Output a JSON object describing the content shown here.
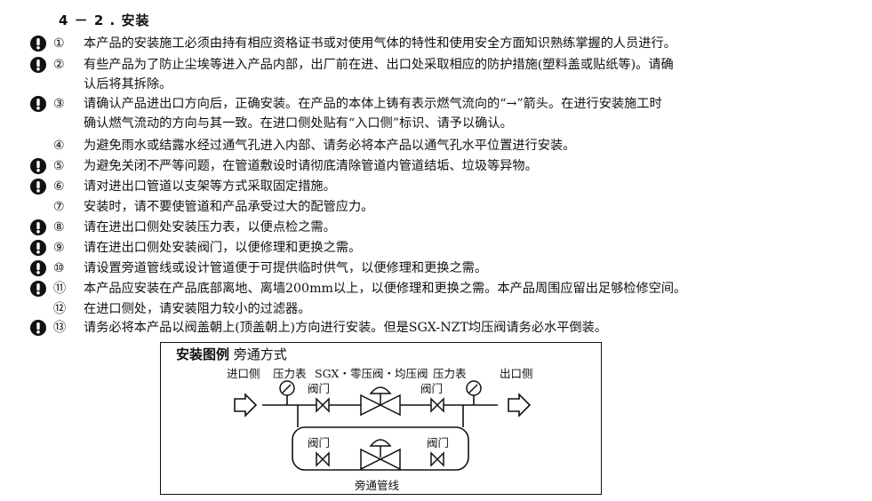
{
  "heading": "4 － 2 . 安装",
  "items": [
    {
      "num": "①",
      "warn": true,
      "line1": "本产品的安装施工必须由持有相应资格证书或对使用气体的特性和使用安全方面知识熟练掌握的人员进行。",
      "line2": ""
    },
    {
      "num": "②",
      "warn": true,
      "line1": "有些产品为了防止尘埃等进入产品内部，出厂前在进、出口处采取相应的防护措施(塑料盖或贴纸等)。请确",
      "line2": "认后将其拆除。"
    },
    {
      "num": "③",
      "warn": true,
      "line1": "请确认产品进出口方向后，正确安装。在产品的本体上铸有表示燃气流向的“→”箭头。在进行安装施工时",
      "line2": "确认燃气流动的方向与其一致。在进口侧处贴有“入口侧”标识、请予以确认。"
    },
    {
      "num": "④",
      "warn": false,
      "line1": "为避免雨水或结露水经过通气孔进入内部、请务必将本产品以通气孔水平位置进行安装。",
      "line2": ""
    },
    {
      "num": "⑤",
      "warn": true,
      "line1": "为避免关闭不严等问题，在管道敷设时请彻底清除管道内管道结垢、垃圾等异物。",
      "line2": ""
    },
    {
      "num": "⑥",
      "warn": true,
      "line1": "请对进出口管道以支架等方式采取固定措施。",
      "line2": ""
    },
    {
      "num": "⑦",
      "warn": false,
      "line1": "安装时，请不要使管道和产品承受过大的配管应力。",
      "line2": ""
    },
    {
      "num": "⑧",
      "warn": true,
      "line1": "请在进出口侧处安装压力表，以便点检之需。",
      "line2": ""
    },
    {
      "num": "⑨",
      "warn": true,
      "line1": "请在进出口侧处安装阀门，以便修理和更换之需。",
      "line2": ""
    },
    {
      "num": "⑩",
      "warn": true,
      "line1": "请设置旁道管线或设计管道便于可提供临时供气，以便修理和更换之需。",
      "line2": ""
    },
    {
      "num": "⑪",
      "warn": true,
      "line1": "本产品应安装在产品底部离地、离墙200mm以上，以便修理和更换之需。本产品周围应留出足够检修空间。",
      "line2": ""
    },
    {
      "num": "⑫",
      "warn": false,
      "line1": "在进口侧处，请安装阻力较小的过滤器。",
      "line2": ""
    },
    {
      "num": "⑬",
      "warn": true,
      "line1": "请务必将本产品以阀盖朝上(顶盖朝上)方向进行安装。但是SGX-NZT均压阀请务必水平倒装。",
      "line2": ""
    }
  ],
  "diagram": {
    "title_bold": "安装图例",
    "title_rest": "旁通方式",
    "inlet": "进口侧",
    "gauge_left": "压力表",
    "regulator": "SGX・零压阀・均压阀",
    "gauge_right": "压力表",
    "outlet": "出口侧",
    "valve_top_left": "阀门",
    "valve_top_right": "阀门",
    "valve_bottom_left": "阀门",
    "valve_bottom_right": "阀门",
    "bypass": "旁通管线"
  },
  "colors": {
    "ink": "#111111",
    "background": "#ffffff"
  },
  "icons": {
    "warning": "exclamation-circle-icon"
  }
}
